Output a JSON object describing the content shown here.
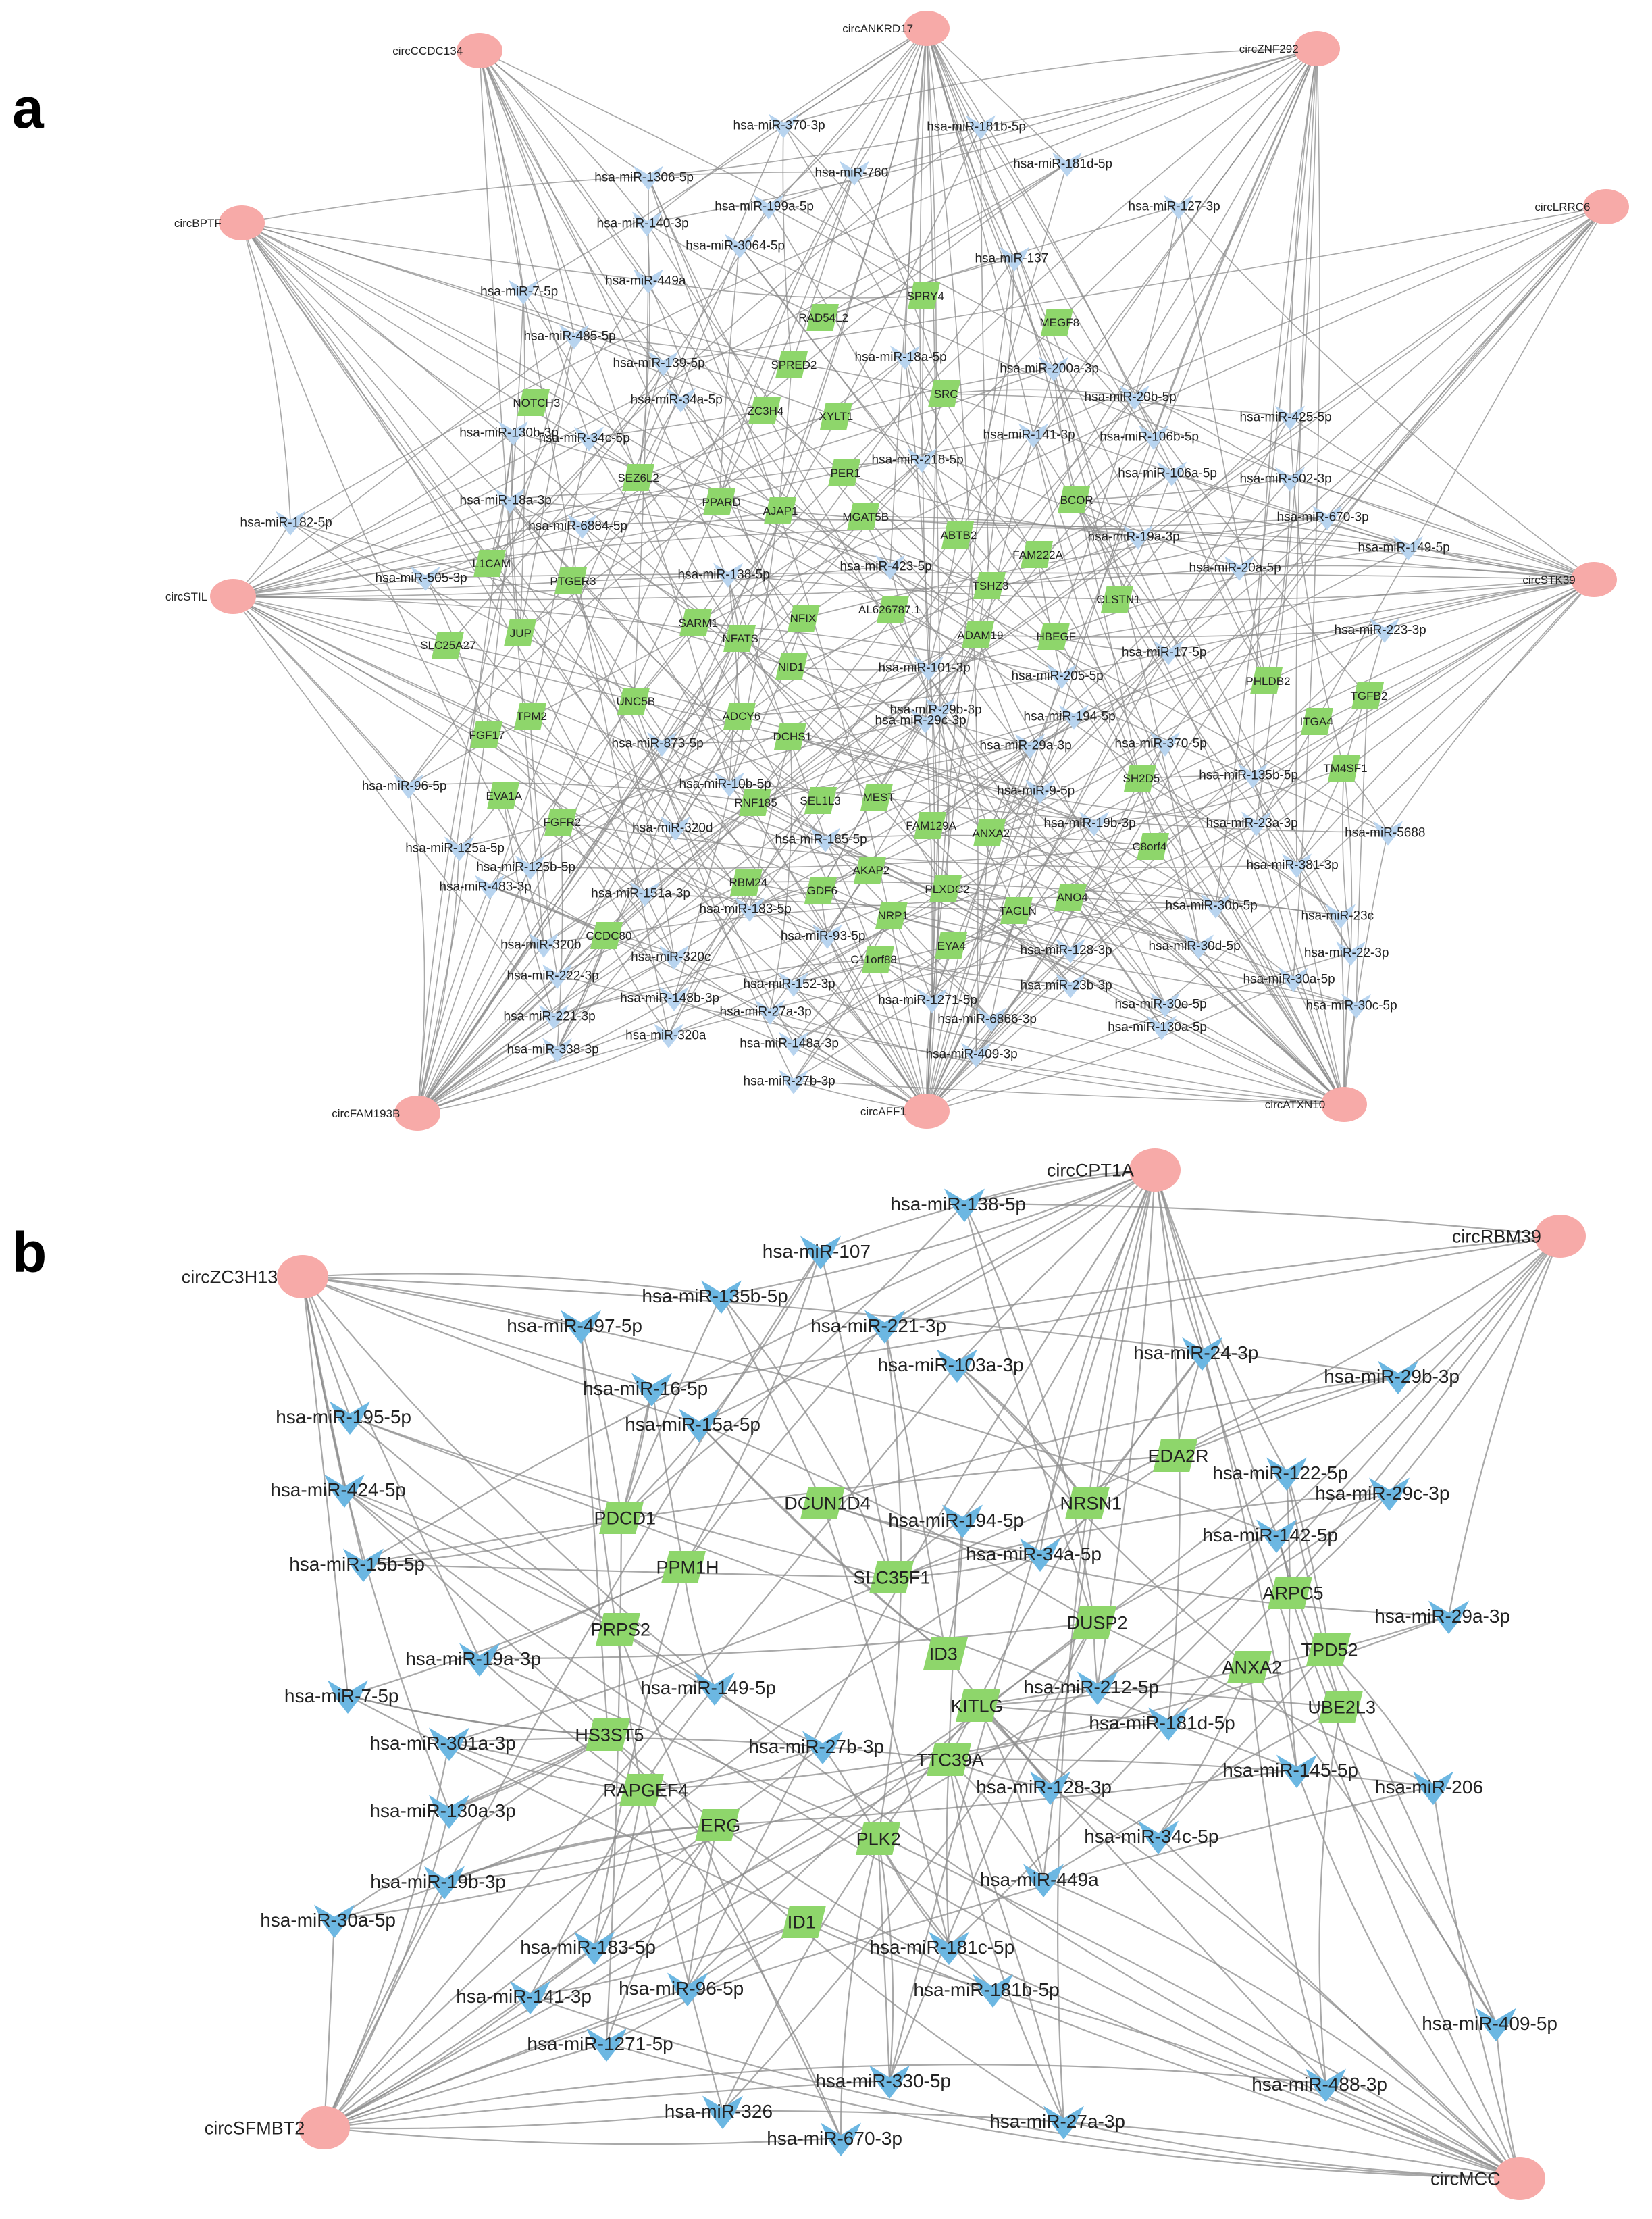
{
  "colors": {
    "circ": "#f7aaa8",
    "mirna_a": "#b8d4ef",
    "mirna_b": "#6cb7e2",
    "gene": "#8ed66b",
    "edge": "#8c8c8c"
  },
  "panel_a": {
    "letter": "a",
    "circrnas": [
      "circCCDC134",
      "circANKRD17",
      "circZNF292",
      "circBPTF",
      "circLRRC6",
      "circSTIL",
      "circSTK39",
      "circFAM193B",
      "circAFF1",
      "circATXN10"
    ],
    "mirnas": [
      "hsa-miR-370-3p",
      "hsa-miR-181b-5p",
      "hsa-miR-1306-5p",
      "hsa-miR-760",
      "hsa-miR-181d-5p",
      "hsa-miR-199a-5p",
      "hsa-miR-127-3p",
      "hsa-miR-140-3p",
      "hsa-miR-3064-5p",
      "hsa-miR-137",
      "hsa-miR-449a",
      "hsa-miR-7-5p",
      "hsa-miR-485-5p",
      "hsa-miR-18a-5p",
      "hsa-miR-200a-3p",
      "hsa-miR-139-5p",
      "hsa-miR-20b-5p",
      "hsa-miR-34a-5p",
      "hsa-miR-425-5p",
      "hsa-miR-130b-3p",
      "hsa-miR-34c-5p",
      "hsa-miR-141-3p",
      "hsa-miR-106b-5p",
      "hsa-miR-218-5p",
      "hsa-miR-106a-5p",
      "hsa-miR-502-3p",
      "hsa-miR-18a-3p",
      "hsa-miR-670-3p",
      "hsa-miR-182-5p",
      "hsa-miR-6884-5p",
      "hsa-miR-19a-3p",
      "hsa-miR-149-5p",
      "hsa-miR-505-3p",
      "hsa-miR-138-5p",
      "hsa-miR-423-5p",
      "hsa-miR-20a-5p",
      "hsa-miR-223-3p",
      "hsa-miR-101-3p",
      "hsa-miR-17-5p",
      "hsa-miR-205-5p",
      "hsa-miR-29b-3p",
      "hsa-miR-194-5p",
      "hsa-miR-873-5p",
      "hsa-miR-29c-3p",
      "hsa-miR-29a-3p",
      "hsa-miR-370-5p",
      "hsa-miR-96-5p",
      "hsa-miR-10b-5p",
      "hsa-miR-135b-5p",
      "hsa-miR-9-5p",
      "hsa-miR-320d",
      "hsa-miR-19b-3p",
      "hsa-miR-23a-3p",
      "hsa-miR-125a-5p",
      "hsa-miR-185-5p",
      "hsa-miR-5688",
      "hsa-miR-125b-5p",
      "hsa-miR-381-3p",
      "hsa-miR-483-3p",
      "hsa-miR-151a-3p",
      "hsa-miR-30b-5p",
      "hsa-miR-23c",
      "hsa-miR-183-5p",
      "hsa-miR-93-5p",
      "hsa-miR-128-3p",
      "hsa-miR-30d-5p",
      "hsa-miR-22-3p",
      "hsa-miR-320b",
      "hsa-miR-320c",
      "hsa-miR-222-3p",
      "hsa-miR-23b-3p",
      "hsa-miR-30a-5p",
      "hsa-miR-148b-3p",
      "hsa-miR-152-3p",
      "hsa-miR-1271-5p",
      "hsa-miR-30e-5p",
      "hsa-miR-30c-5p",
      "hsa-miR-221-3p",
      "hsa-miR-27a-3p",
      "hsa-miR-6866-3p",
      "hsa-miR-130a-5p",
      "hsa-miR-320a",
      "hsa-miR-338-3p",
      "hsa-miR-148a-3p",
      "hsa-miR-409-3p",
      "hsa-miR-27b-3p"
    ],
    "genes": [
      "RAD54L2",
      "SPRY4",
      "MEGF8",
      "SPRED2",
      "SRC",
      "NOTCH3",
      "ZC3H4",
      "XYLT1",
      "PER1",
      "SEZ6L2",
      "PPARD",
      "AJAP1",
      "MGAT5B",
      "BCOR",
      "L1CAM",
      "ABTB2",
      "FAM222A",
      "PTGER3",
      "TSHZ3",
      "CLSTN1",
      "AL626787.1",
      "NFIX",
      "SARM1",
      "ADAM19",
      "HBEGF",
      "JUP",
      "NFATS",
      "SLC25A27",
      "NID1",
      "PHLDB2",
      "TGFB2",
      "TPM2",
      "UNC5B",
      "ADCY6",
      "ITGA4",
      "FGF17",
      "DCHS1",
      "TM4SF1",
      "SH2D5",
      "EVA1A",
      "RNF185",
      "SEL1L3",
      "MEST",
      "FGFR2",
      "FAM129A",
      "ANXA2",
      "C8orf4",
      "AKAP2",
      "GDF6",
      "RBM24",
      "PLXDC2",
      "TAGLN",
      "ANO4",
      "CCDC80",
      "NRP1",
      "EYA4",
      "C11orf88"
    ]
  },
  "panel_b": {
    "letter": "b",
    "circrnas": [
      "circCPT1A",
      "circRBM39",
      "circZC3H13",
      "circSFMBT2",
      "circMCC"
    ],
    "mirnas": [
      "hsa-miR-138-5p",
      "hsa-miR-107",
      "hsa-miR-135b-5p",
      "hsa-miR-221-3p",
      "hsa-miR-497-5p",
      "hsa-miR-103a-3p",
      "hsa-miR-24-3p",
      "hsa-miR-29b-3p",
      "hsa-miR-16-5p",
      "hsa-miR-195-5p",
      "hsa-miR-15a-5p",
      "hsa-miR-122-5p",
      "hsa-miR-424-5p",
      "hsa-miR-29c-3p",
      "hsa-miR-194-5p",
      "hsa-miR-142-5p",
      "hsa-miR-15b-5p",
      "hsa-miR-34a-5p",
      "hsa-miR-29a-3p",
      "hsa-miR-19a-3p",
      "hsa-miR-149-5p",
      "hsa-miR-212-5p",
      "hsa-miR-7-5p",
      "hsa-miR-181d-5p",
      "hsa-miR-301a-3p",
      "hsa-miR-27b-3p",
      "hsa-miR-145-5p",
      "hsa-miR-206",
      "hsa-miR-128-3p",
      "hsa-miR-130a-3p",
      "hsa-miR-34c-5p",
      "hsa-miR-19b-3p",
      "hsa-miR-449a",
      "hsa-miR-30a-5p",
      "hsa-miR-183-5p",
      "hsa-miR-181c-5p",
      "hsa-miR-141-3p",
      "hsa-miR-96-5p",
      "hsa-miR-181b-5p",
      "hsa-miR-409-5p",
      "hsa-miR-1271-5p",
      "hsa-miR-488-3p",
      "hsa-miR-330-5p",
      "hsa-miR-326",
      "hsa-miR-27a-3p",
      "hsa-miR-670-3p"
    ],
    "genes": [
      "EDA2R",
      "DCUN1D4",
      "NRSN1",
      "PDCD1",
      "PPM1H",
      "SLC35F1",
      "ARPC5",
      "DUSP2",
      "PRPS2",
      "TPD52",
      "ID3",
      "ANXA2",
      "KITLG",
      "UBE2L3",
      "HS3ST5",
      "TTC39A",
      "RAPGEF4",
      "ERG",
      "PLK2",
      "ID1"
    ]
  }
}
